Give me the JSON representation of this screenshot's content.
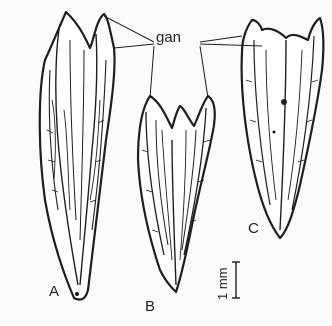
{
  "annotation": {
    "term": "gan"
  },
  "specimens": [
    {
      "letter": "A"
    },
    {
      "letter": "B"
    },
    {
      "letter": "C"
    }
  ],
  "scale_bar": {
    "label": "1 mm"
  },
  "colors": {
    "ink": "#1e1e1e",
    "paper": "#fbfbfa"
  }
}
